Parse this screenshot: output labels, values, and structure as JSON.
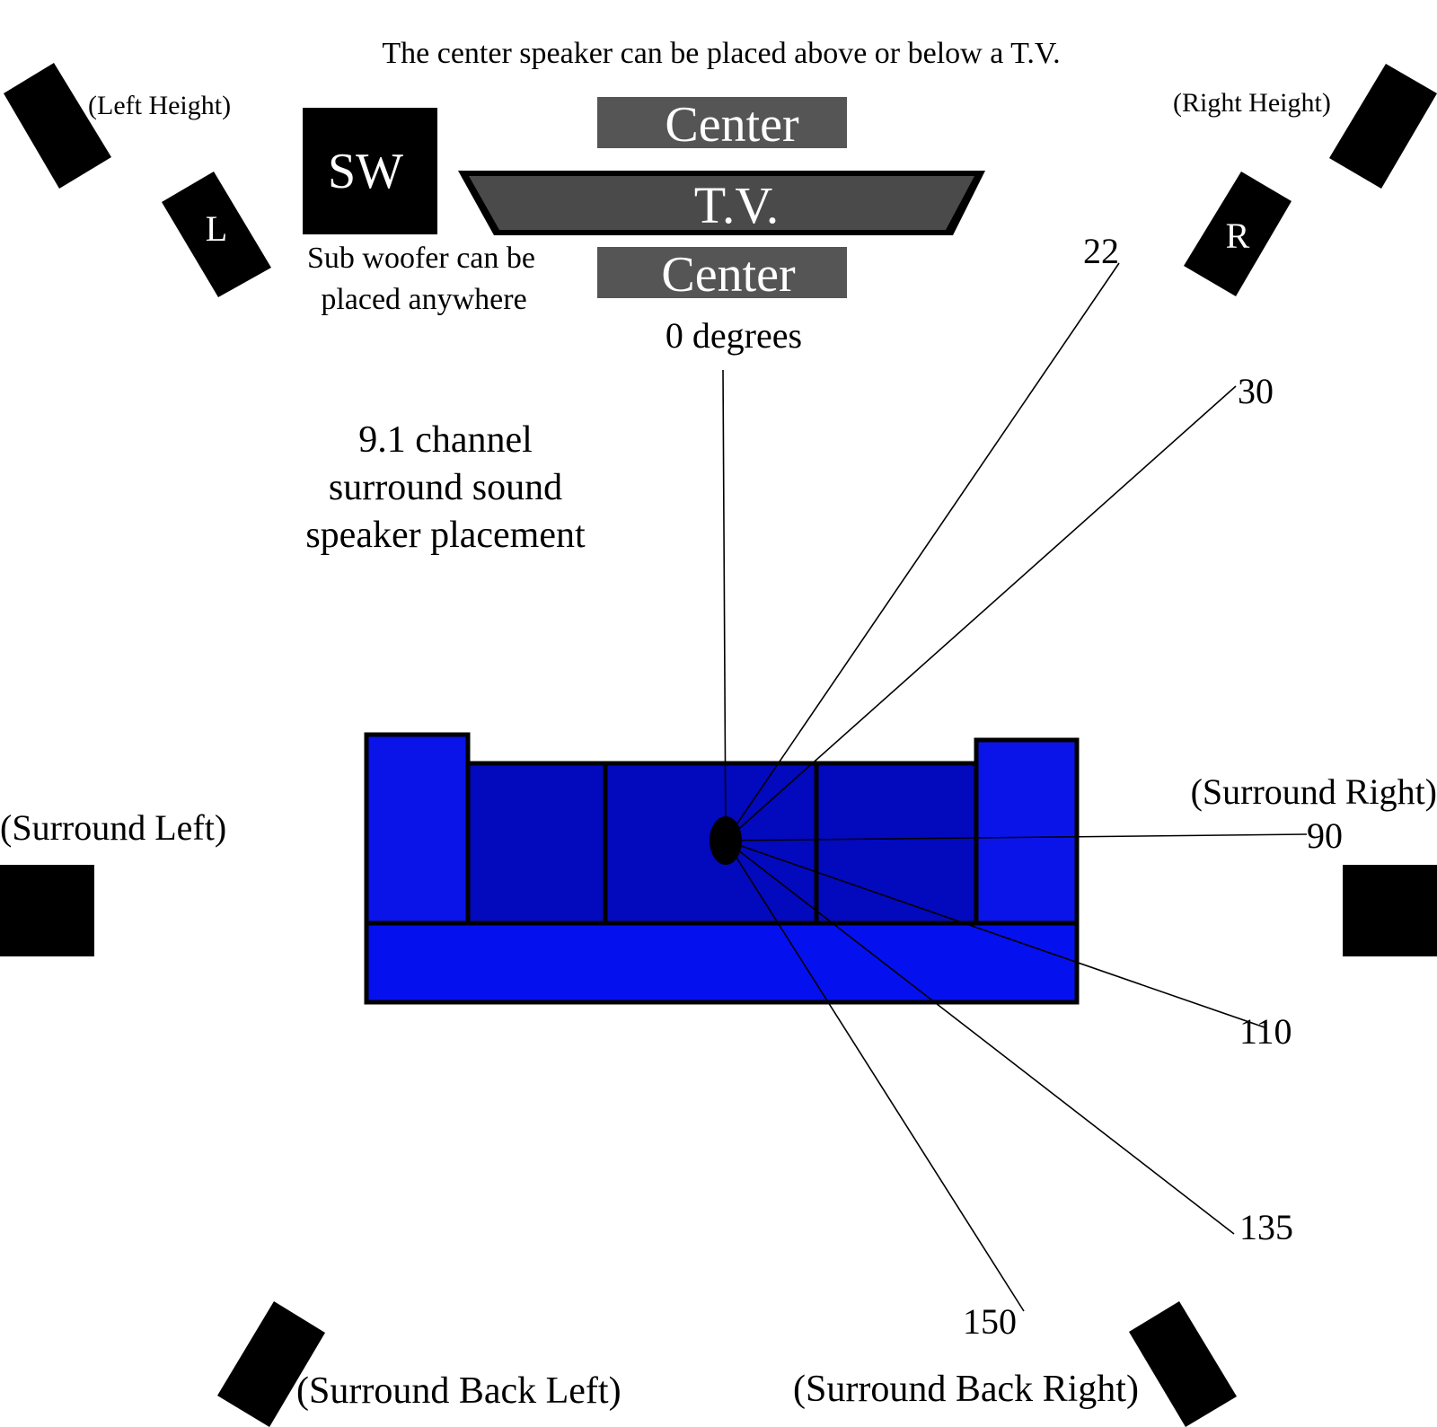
{
  "title": "9.1 channel surround sound speaker placement",
  "title_lines": [
    "9.1 channel",
    "surround sound",
    "speaker placement"
  ],
  "notes": {
    "center_note": "The center speaker can be placed above or below a T.V.",
    "subwoofer_note_lines": [
      "Sub woofer can be",
      "placed anywhere"
    ]
  },
  "colors": {
    "background": "#ffffff",
    "speaker": "#000000",
    "center_speaker": "#555555",
    "tv": "#4a4a4a",
    "couch_light": "#0a14e8",
    "couch_dark": "#0309bd",
    "listener": "#000000"
  },
  "tv": {
    "label": "T.V."
  },
  "speakers": {
    "center_top": {
      "label": "Center"
    },
    "center_bottom": {
      "label": "Center"
    },
    "subwoofer": {
      "label": "SW"
    },
    "left": {
      "label": "L"
    },
    "right": {
      "label": "R"
    },
    "left_height": {
      "label": "(Left Height)"
    },
    "right_height": {
      "label": "(Right Height)"
    },
    "surround_left": {
      "label": "(Surround Left)"
    },
    "surround_right": {
      "label": "(Surround Right)"
    },
    "surround_back_left": {
      "label": "(Surround Back Left)"
    },
    "surround_back_right": {
      "label": "(Surround Back Right)"
    }
  },
  "angles": [
    {
      "value": 0,
      "label": "0 degrees"
    },
    {
      "value": 22,
      "label": "22"
    },
    {
      "value": 30,
      "label": "30"
    },
    {
      "value": 90,
      "label": "90"
    },
    {
      "value": 110,
      "label": "110"
    },
    {
      "value": 135,
      "label": "135"
    },
    {
      "value": 150,
      "label": "150"
    }
  ]
}
